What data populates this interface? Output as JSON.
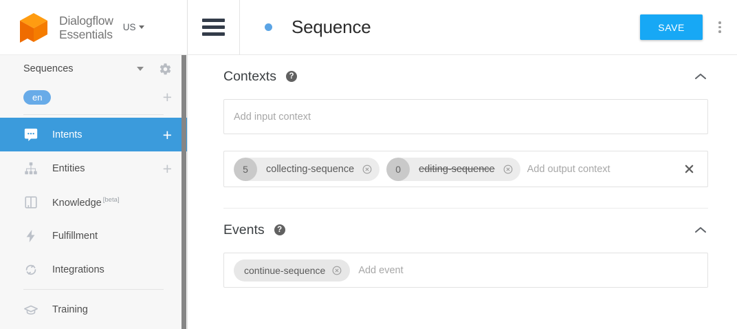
{
  "brand": {
    "logo_icon": "dialogflow-cube-logo",
    "name_line1": "Dialogflow",
    "name_line2": "Essentials",
    "region": "US"
  },
  "sidebar": {
    "agent": {
      "name": "Sequences",
      "dropdown_icon": "caret-down-icon",
      "settings_icon": "gear-icon"
    },
    "language": {
      "code": "en",
      "add_icon": "plus-icon"
    },
    "items": [
      {
        "label": "Intents",
        "icon": "speech-bubble-icon",
        "active": true,
        "add": "+",
        "beta": ""
      },
      {
        "label": "Entities",
        "icon": "hierarchy-icon",
        "active": false,
        "add": "+",
        "beta": ""
      },
      {
        "label": "Knowledge",
        "icon": "book-icon",
        "active": false,
        "add": "",
        "beta": "[beta]"
      },
      {
        "label": "Fulfillment",
        "icon": "bolt-icon",
        "active": false,
        "add": "",
        "beta": ""
      },
      {
        "label": "Integrations",
        "icon": "refresh-icon",
        "active": false,
        "add": "",
        "beta": ""
      },
      {
        "label": "Training",
        "icon": "graduation-cap-icon",
        "active": false,
        "add": "",
        "beta": ""
      }
    ]
  },
  "topbar": {
    "menu_icon": "hamburger-menu-icon",
    "status_dot": "blue-status-dot",
    "title": "Sequence",
    "save_label": "SAVE",
    "more_icon": "kebab-menu-icon"
  },
  "contexts": {
    "title": "Contexts",
    "help_icon": "help-icon",
    "collapse_icon": "chevron-up-icon",
    "input_placeholder": "Add input context",
    "output_placeholder": "Add output context",
    "clear_icon": "close-x-icon",
    "output_chips": [
      {
        "count": "5",
        "name": "collecting-sequence",
        "struck": false,
        "remove_icon": "circle-x-icon"
      },
      {
        "count": "0",
        "name": "editing-sequence",
        "struck": true,
        "remove_icon": "circle-x-icon"
      }
    ]
  },
  "events": {
    "title": "Events",
    "help_icon": "help-icon",
    "collapse_icon": "chevron-up-icon",
    "placeholder": "Add event",
    "chips": [
      {
        "name": "continue-sequence",
        "remove_icon": "circle-x-icon"
      }
    ]
  },
  "colors": {
    "accent_blue": "#17a8f5",
    "nav_active_blue": "#3b9bdc",
    "lang_pill_blue": "#68abe8",
    "logo_orange": "#f07000",
    "logo_orange_light": "#ff9800"
  }
}
